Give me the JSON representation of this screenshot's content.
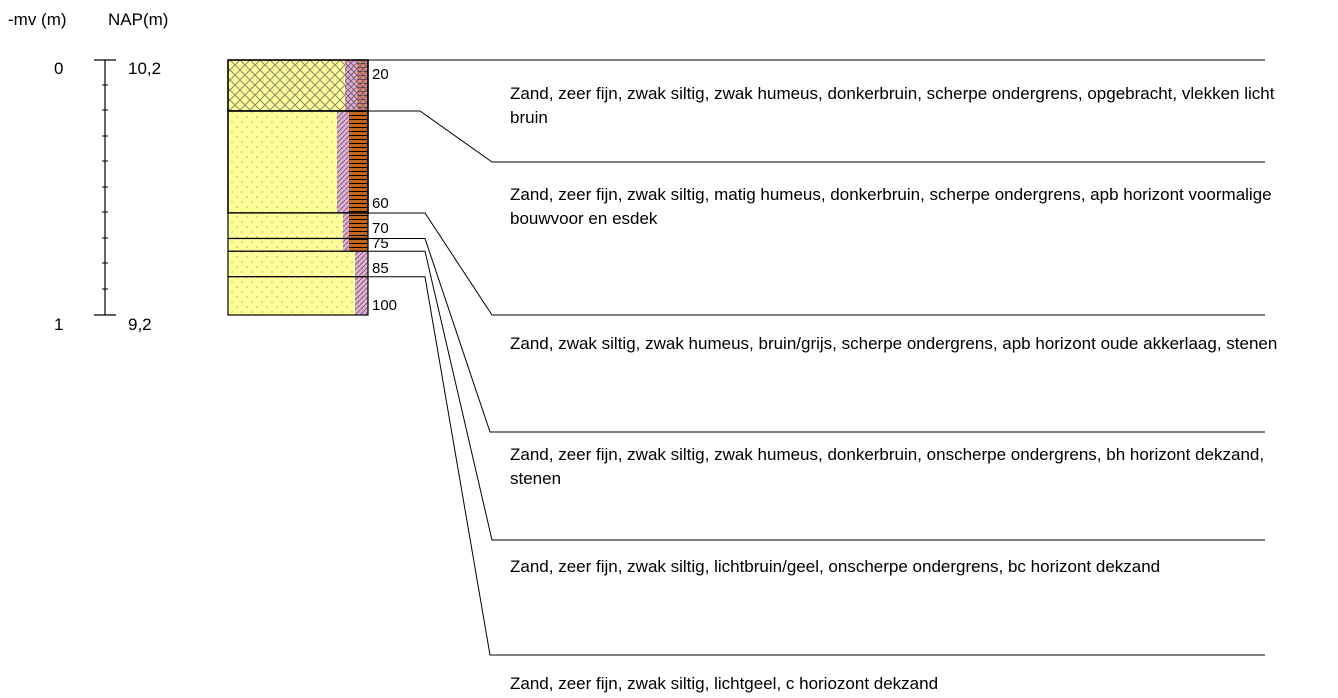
{
  "headers": {
    "mv": "-mv (m)",
    "nap": "NAP(m)"
  },
  "axis": {
    "mv_top": "0",
    "mv_bottom": "1",
    "nap_top": "10,2",
    "nap_bottom": "9,2"
  },
  "depth_labels": [
    "20",
    "60",
    "70",
    "75",
    "85",
    "100"
  ],
  "layers": [
    {
      "depth_top_cm": 0,
      "depth_bottom_cm": 20,
      "pattern": "crosshatch",
      "humus": "hatch-light",
      "humus_overlay": "cross",
      "description": "Zand, zeer fijn, zwak siltig, zwak humeus, donkerbruin, scherpe ondergrens, opgebracht, vlekken licht bruin"
    },
    {
      "depth_top_cm": 20,
      "depth_bottom_cm": 60,
      "pattern": "dots",
      "humus": "brown",
      "description": "Zand, zeer fijn, zwak siltig, matig humeus, donkerbruin, scherpe ondergrens, apb horizont voormalige bouwvoor en esdek"
    },
    {
      "depth_top_cm": 60,
      "depth_bottom_cm": 70,
      "pattern": "dots",
      "humus": "brown",
      "description": "Zand, zwak siltig, zwak humeus, bruin/grijs, scherpe ondergrens, apb horizont oude akkerlaag, stenen"
    },
    {
      "depth_top_cm": 70,
      "depth_bottom_cm": 75,
      "pattern": "dots",
      "humus": "brown",
      "description": "Zand, zeer fijn, zwak siltig, zwak humeus, donkerbruin, onscherpe ondergrens, bh horizont dekzand, stenen"
    },
    {
      "depth_top_cm": 75,
      "depth_bottom_cm": 85,
      "pattern": "dots",
      "humus": "hatch-light",
      "description": "Zand, zeer fijn, zwak siltig, lichtbruin/geel, onscherpe ondergrens, bc horizont dekzand"
    },
    {
      "depth_top_cm": 85,
      "depth_bottom_cm": 100,
      "pattern": "dots",
      "humus": "hatch-light",
      "description": "Zand, zeer fijn, zwak siltig, lichtgeel, c horiozont dekzand"
    }
  ],
  "colors": {
    "sand": "#ffff99",
    "brown": "#c0661f",
    "hatch": "#e0b0d8",
    "line": "#000000"
  }
}
